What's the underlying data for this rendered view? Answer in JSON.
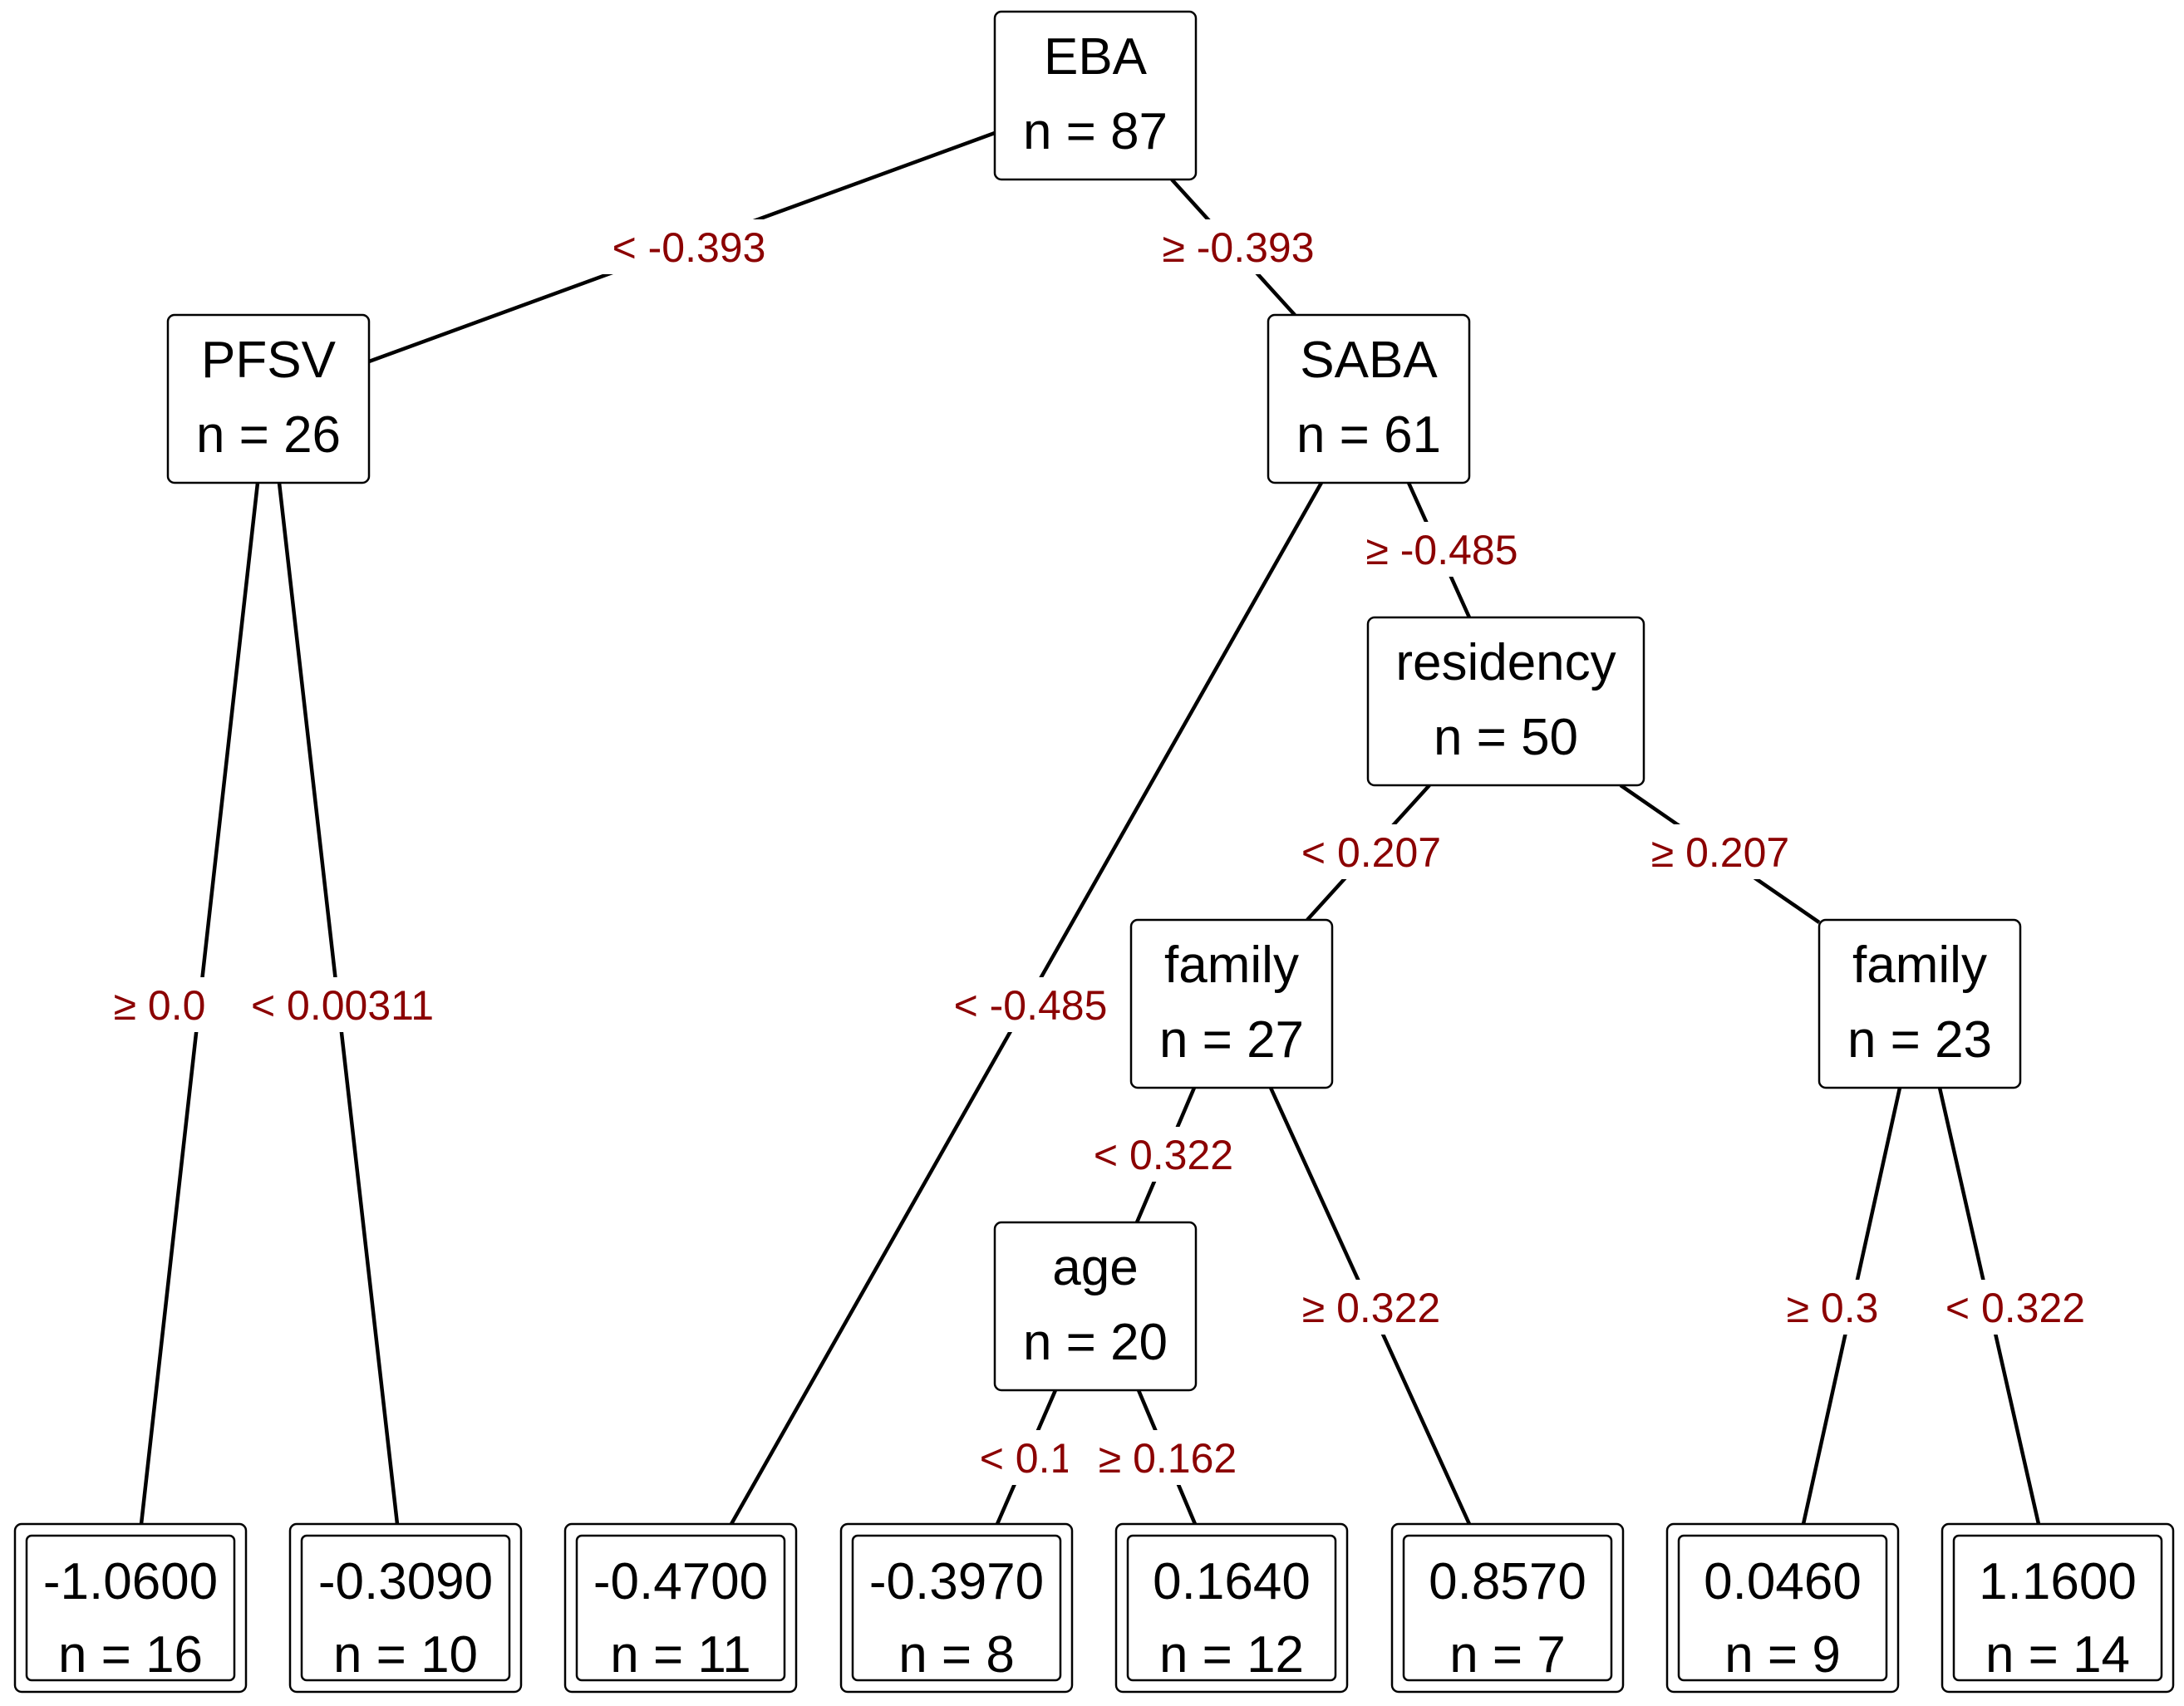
{
  "colors": {
    "label": "#8b0000",
    "line": "#000000",
    "box": "#ffffff"
  },
  "nodes": [
    {
      "id": "eba",
      "kind": "split",
      "var": "EBA",
      "n": "n = 87"
    },
    {
      "id": "pfsv",
      "kind": "split",
      "var": "PFSV",
      "n": "n = 26"
    },
    {
      "id": "saba",
      "kind": "split",
      "var": "SABA",
      "n": "n = 61"
    },
    {
      "id": "residency",
      "kind": "split",
      "var": "residency",
      "n": "n = 50"
    },
    {
      "id": "family1",
      "kind": "split",
      "var": "family",
      "n": "n = 27"
    },
    {
      "id": "family2",
      "kind": "split",
      "var": "family",
      "n": "n = 23"
    },
    {
      "id": "age",
      "kind": "split",
      "var": "age",
      "n": "n = 20"
    },
    {
      "id": "leaf1",
      "kind": "leaf",
      "value": "-1.0600",
      "n": "n = 16"
    },
    {
      "id": "leaf2",
      "kind": "leaf",
      "value": "-0.3090",
      "n": "n = 10"
    },
    {
      "id": "leaf3",
      "kind": "leaf",
      "value": "-0.4700",
      "n": "n = 11"
    },
    {
      "id": "leaf4",
      "kind": "leaf",
      "value": "-0.3970",
      "n": "n = 8"
    },
    {
      "id": "leaf5",
      "kind": "leaf",
      "value": "0.1640",
      "n": "n = 12"
    },
    {
      "id": "leaf6",
      "kind": "leaf",
      "value": "0.8570",
      "n": "n = 7"
    },
    {
      "id": "leaf7",
      "kind": "leaf",
      "value": "0.0460",
      "n": "n = 9"
    },
    {
      "id": "leaf8",
      "kind": "leaf",
      "value": "1.1600",
      "n": "n = 14"
    }
  ],
  "edges": [
    {
      "from": "eba",
      "to": "pfsv",
      "label": "<  -0.393"
    },
    {
      "from": "eba",
      "to": "saba",
      "label": "≥  -0.393"
    },
    {
      "from": "pfsv",
      "to": "leaf1",
      "label": "≥  0.0"
    },
    {
      "from": "pfsv",
      "to": "leaf2",
      "label": "<  0.00311"
    },
    {
      "from": "saba",
      "to": "leaf3",
      "label": "<  -0.485"
    },
    {
      "from": "saba",
      "to": "residency",
      "label": "≥  -0.485"
    },
    {
      "from": "residency",
      "to": "family1",
      "label": "<  0.207"
    },
    {
      "from": "residency",
      "to": "family2",
      "label": "≥  0.207"
    },
    {
      "from": "family1",
      "to": "age",
      "label": "<  0.322"
    },
    {
      "from": "family1",
      "to": "leaf6",
      "label": "≥  0.322"
    },
    {
      "from": "age",
      "to": "leaf4",
      "label": "<  0.1"
    },
    {
      "from": "age",
      "to": "leaf5",
      "label": "≥  0.162"
    },
    {
      "from": "family2",
      "to": "leaf7",
      "label": "≥  0.3"
    },
    {
      "from": "family2",
      "to": "leaf8",
      "label": "<  0.322"
    }
  ]
}
